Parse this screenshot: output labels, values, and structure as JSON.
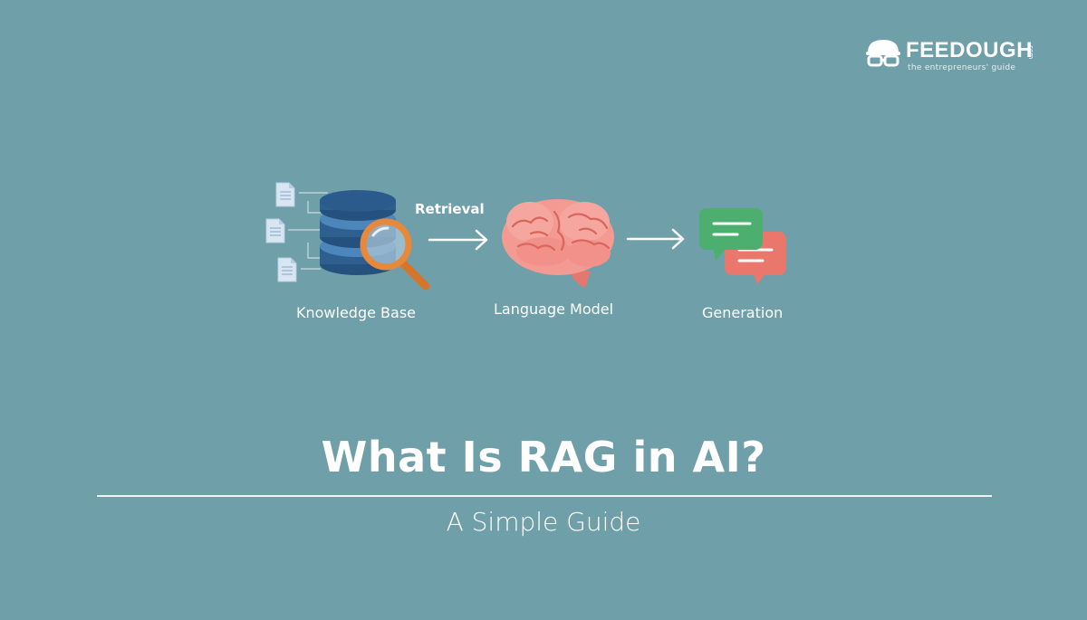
{
  "logo": {
    "wordmark": "FEEDOUGH",
    "com": ".com",
    "tagline": "the entrepreneurs' guide"
  },
  "diagram": {
    "nodes": {
      "knowledge_base": "Knowledge Base",
      "language_model": "Language Model",
      "generation": "Generation"
    },
    "edges": {
      "retrieval": "Retrieval"
    }
  },
  "heading": {
    "title": "What Is RAG in AI?",
    "subtitle": "A Simple Guide"
  },
  "colors": {
    "background": "#6f9fa9",
    "database": "#2f5f8f",
    "database_light": "#3f7bb0",
    "magnifier": "#e8883a",
    "brain": "#f28b84",
    "bubble_green": "#4caf6f",
    "bubble_red": "#e9776b",
    "document": "#d8e6f3"
  },
  "icons": [
    "document-icon",
    "database-icon",
    "magnifier-icon",
    "brain-icon",
    "chat-bubbles-icon",
    "arrow-right-icon",
    "glasses-logo-icon"
  ]
}
